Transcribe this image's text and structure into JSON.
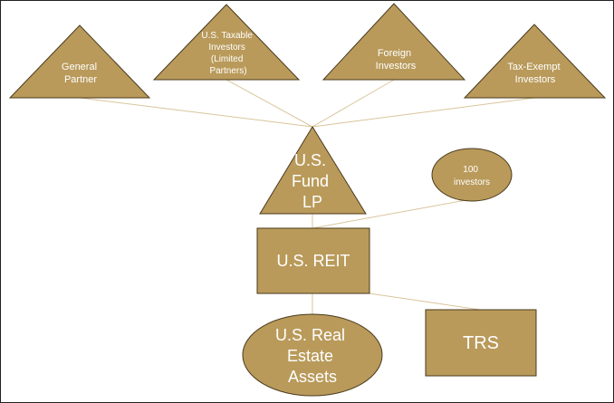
{
  "colors": {
    "shape_fill": "#B99A5A",
    "shape_stroke": "#4a3a1e",
    "line": "#D9C59B",
    "text": "#ffffff"
  },
  "nodes": {
    "general_partner": {
      "lines": [
        "General",
        "Partner"
      ]
    },
    "us_taxable": {
      "lines": [
        "U.S. Taxable",
        "Investors",
        "(Limited",
        "Partners)"
      ]
    },
    "foreign": {
      "lines": [
        "Foreign",
        "Investors"
      ]
    },
    "tax_exempt": {
      "lines": [
        "Tax-Exempt",
        "Investors"
      ]
    },
    "us_fund": {
      "lines": [
        "U.S.",
        "Fund",
        "LP"
      ]
    },
    "investors_100": {
      "lines": [
        "100",
        "investors"
      ]
    },
    "us_reit": {
      "lines": [
        "U.S. REIT"
      ]
    },
    "real_estate": {
      "lines": [
        "U.S. Real",
        "Estate",
        "Assets"
      ]
    },
    "trs": {
      "lines": [
        "TRS"
      ]
    }
  }
}
